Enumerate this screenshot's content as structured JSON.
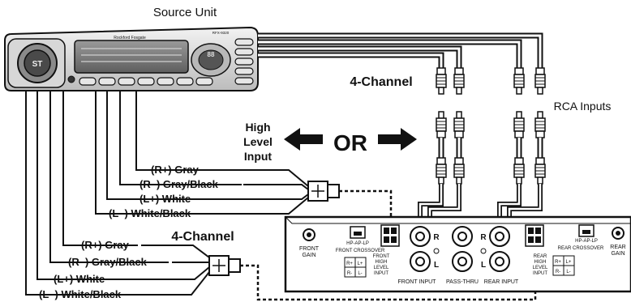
{
  "title_source_unit": "Source Unit",
  "label_4ch_top": "4-Channel",
  "label_4ch_bottom": "4-Channel",
  "label_rca_inputs": "RCA Inputs",
  "label_high_level": [
    "High",
    "Level",
    "Input"
  ],
  "label_or": "OR",
  "wires_top": [
    "(R+) Gray",
    "(R–) Gray/Black",
    "(L+) White",
    "(L–) White/Black"
  ],
  "wires_bottom": [
    "(R+) Gray",
    "(R–) Gray/Black",
    "(L+) White",
    "(L–) White/Black"
  ],
  "amp": {
    "front_gain": [
      "FRONT",
      "GAIN"
    ],
    "hp_ap_lp_front": "HP-AP-LP",
    "front_crossover": "FRONT CROSSOVER",
    "front_high_level_input": [
      "FRONT",
      "HIGH",
      "LEVEL",
      "INPUT"
    ],
    "front_input": "FRONT INPUT",
    "pass_thru": "PASS-THRU",
    "rear_input": "REAR INPUT",
    "rear_high_level_input": [
      "REAR",
      "HIGH",
      "LEVEL",
      "INPUT"
    ],
    "hp_ap_lp_rear": "HP-AP-LP",
    "rear_crossover": "REAR CROSSOVER",
    "rear_gain": [
      "REAR",
      "GAIN"
    ],
    "r": "R",
    "l": "L",
    "term_labels": [
      "R+",
      "L+",
      "R-",
      "L-"
    ]
  },
  "head_unit": {
    "brand": "Rockford Fosgate",
    "model": "RFX-9320",
    "display_digits": "88",
    "badge": "ST"
  }
}
